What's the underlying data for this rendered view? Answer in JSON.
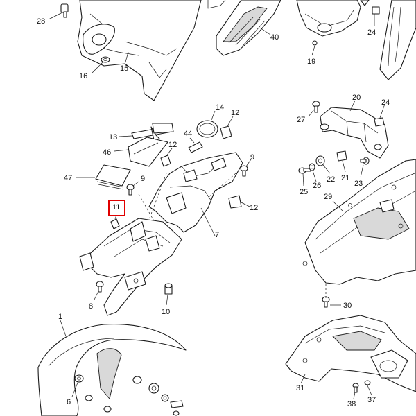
{
  "callouts": [
    {
      "id": "c28",
      "text": "28"
    },
    {
      "id": "c16",
      "text": "16"
    },
    {
      "id": "c15",
      "text": "15"
    },
    {
      "id": "c40",
      "text": "40"
    },
    {
      "id": "c24a",
      "text": "24"
    },
    {
      "id": "c19",
      "text": "19"
    },
    {
      "id": "c14",
      "text": "14"
    },
    {
      "id": "c12a",
      "text": "12"
    },
    {
      "id": "c13",
      "text": "13"
    },
    {
      "id": "c44",
      "text": "44"
    },
    {
      "id": "c46",
      "text": "46"
    },
    {
      "id": "c12b",
      "text": "12"
    },
    {
      "id": "c9a",
      "text": "9"
    },
    {
      "id": "c47",
      "text": "47"
    },
    {
      "id": "c9b",
      "text": "9"
    },
    {
      "id": "c11",
      "text": "11"
    },
    {
      "id": "c12c",
      "text": "12"
    },
    {
      "id": "c7",
      "text": "7"
    },
    {
      "id": "c8",
      "text": "8"
    },
    {
      "id": "c10",
      "text": "10"
    },
    {
      "id": "c20",
      "text": "20"
    },
    {
      "id": "c24b",
      "text": "24"
    },
    {
      "id": "c27",
      "text": "27"
    },
    {
      "id": "c25",
      "text": "25"
    },
    {
      "id": "c26",
      "text": "26"
    },
    {
      "id": "c22",
      "text": "22"
    },
    {
      "id": "c21",
      "text": "21"
    },
    {
      "id": "c23",
      "text": "23"
    },
    {
      "id": "c29",
      "text": "29"
    },
    {
      "id": "c30",
      "text": "30"
    },
    {
      "id": "c1",
      "text": "1"
    },
    {
      "id": "c6",
      "text": "6"
    },
    {
      "id": "c31",
      "text": "31"
    },
    {
      "id": "c38",
      "text": "38"
    },
    {
      "id": "c37",
      "text": "37"
    }
  ],
  "highlighted_callout": "11",
  "colors": {
    "highlight": "#e00000",
    "line": "#1a1a1a"
  }
}
